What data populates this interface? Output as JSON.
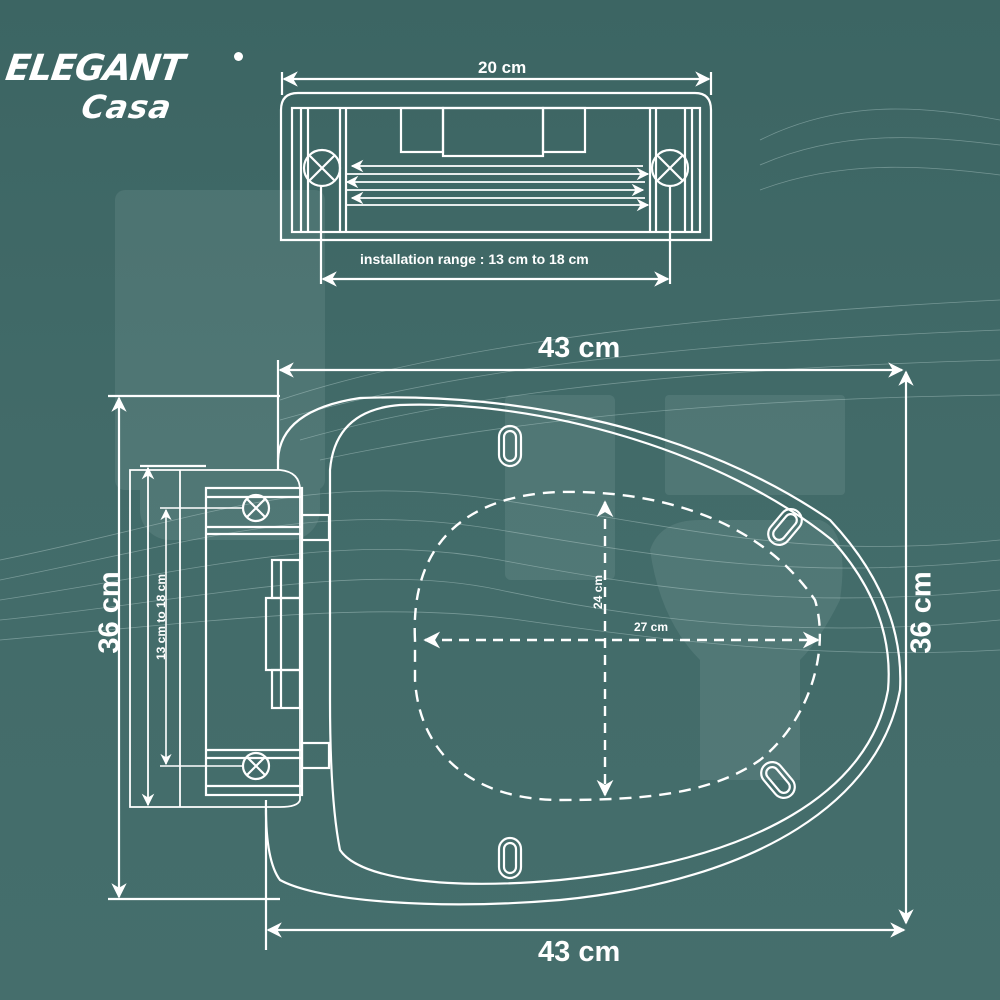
{
  "brand": {
    "line1": "ELEGANT",
    "line2": "Casa",
    "registered_mark": "®"
  },
  "colors": {
    "background": "#3f6866",
    "line": "#ffffff"
  },
  "hinge_top_view": {
    "width_label": "20 cm",
    "installation_range_label": "installation range : 13 cm to 18 cm"
  },
  "seat_view": {
    "length_top_label": "43 cm",
    "length_bottom_label": "43 cm",
    "width_left_label": "36 cm",
    "width_right_label": "36 cm",
    "hinge_range_label": "13 cm to 18 cm",
    "opening_height_label": "24 cm",
    "opening_width_label": "27 cm"
  }
}
